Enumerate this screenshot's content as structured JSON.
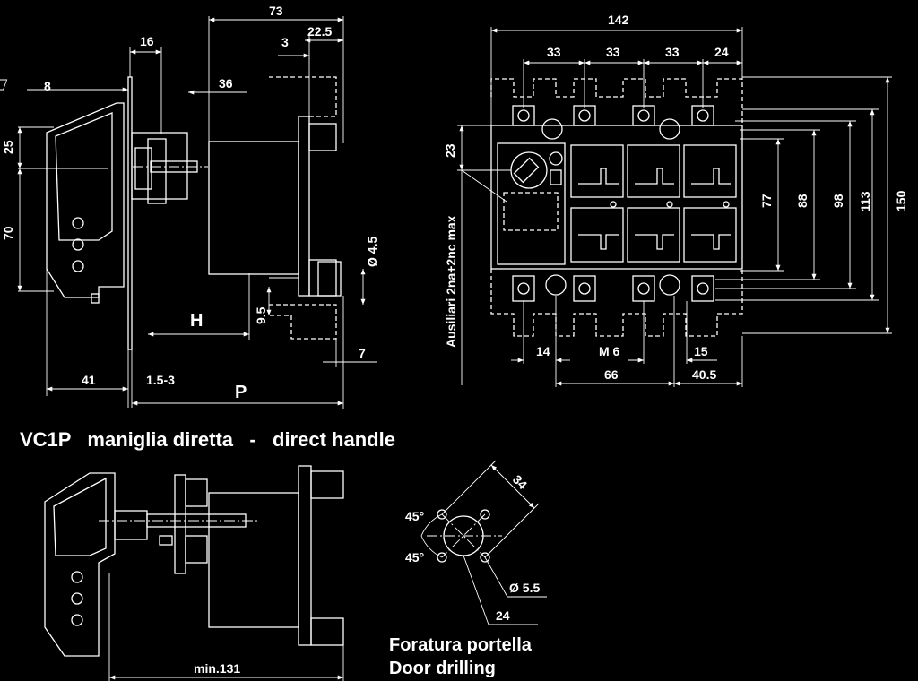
{
  "side_view": {
    "dim_73": "73",
    "dim_16": "16",
    "dim_3": "3",
    "dim_22_5": "22.5",
    "dim_36": "36",
    "flatness": "8",
    "dim_25": "25",
    "dim_70": "70",
    "label_H": "H",
    "dim_9_5": "9.5",
    "dim_dia_4_5": "Ø 4.5",
    "dim_7": "7",
    "dim_41": "41",
    "dim_1_5_3": "1.5-3",
    "label_P": "P"
  },
  "front_view": {
    "dim_142": "142",
    "dim_33a": "33",
    "dim_33b": "33",
    "dim_33c": "33",
    "dim_24": "24",
    "dim_23": "23",
    "aux_label": "Ausiliari 2na+2nc max",
    "dim_77": "77",
    "dim_88": "88",
    "dim_98": "98",
    "dim_113": "113",
    "dim_150": "150",
    "dim_14": "14",
    "dim_m6": "M 6",
    "dim_15": "15",
    "dim_66": "66",
    "dim_40_5": "40.5"
  },
  "section_title": "VC1P   maniglia diretta   -   direct handle",
  "bottom_view": {
    "dim_min131": "min.131"
  },
  "door_drilling": {
    "dim_34": "34",
    "angle_top": "45°",
    "angle_bottom": "45°",
    "dim_dia_5_5": "Ø 5.5",
    "dim_24": "24",
    "caption_it": "Foratura portella",
    "caption_en": "Door drilling"
  }
}
